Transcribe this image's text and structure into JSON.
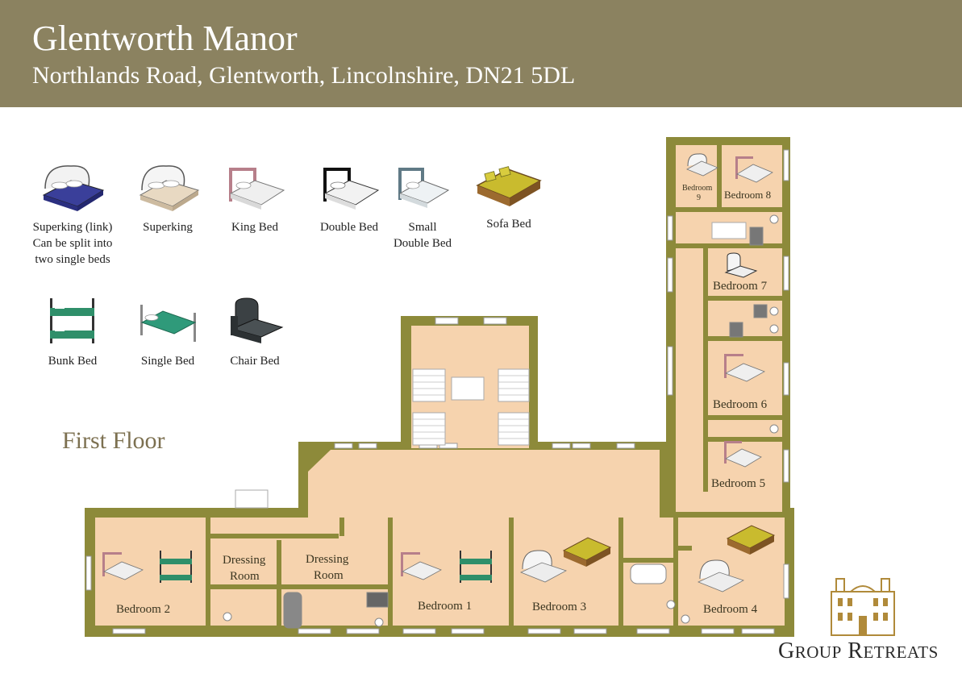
{
  "header": {
    "title": "Glentworth Manor",
    "address": "Northlands Road, Glentworth, Lincolnshire, DN21 5DL"
  },
  "legend": {
    "superking_link": [
      "Superking (link)",
      "Can be split into",
      "two single beds"
    ],
    "superking": "Superking",
    "king": "King Bed",
    "double": "Double Bed",
    "small_double": [
      "Small",
      "Double Bed"
    ],
    "sofa": "Sofa Bed",
    "bunk": "Bunk Bed",
    "single": "Single Bed",
    "chair": "Chair Bed"
  },
  "floor_label": "First Floor",
  "rooms": {
    "bedroom1": "Bedroom 1",
    "bedroom2": "Bedroom 2",
    "bedroom3": "Bedroom 3",
    "bedroom4": "Bedroom 4",
    "bedroom5": "Bedroom 5",
    "bedroom6": "Bedroom 6",
    "bedroom7": "Bedroom 7",
    "bedroom8": "Bedroom 8",
    "bedroom9": [
      "Bedroom",
      "9"
    ],
    "dressing1": [
      "Dressing",
      "Room"
    ],
    "dressing2": [
      "Dressing",
      "Room"
    ]
  },
  "brand": {
    "big_g": "G",
    "roup": "ROUP",
    "big_r": "R",
    "etreats": "ETREATS"
  },
  "colors": {
    "header": "#8b8260",
    "wall": "#8d8a3a",
    "floor": "#f6d3ae",
    "accent_text": "#7c7050"
  }
}
